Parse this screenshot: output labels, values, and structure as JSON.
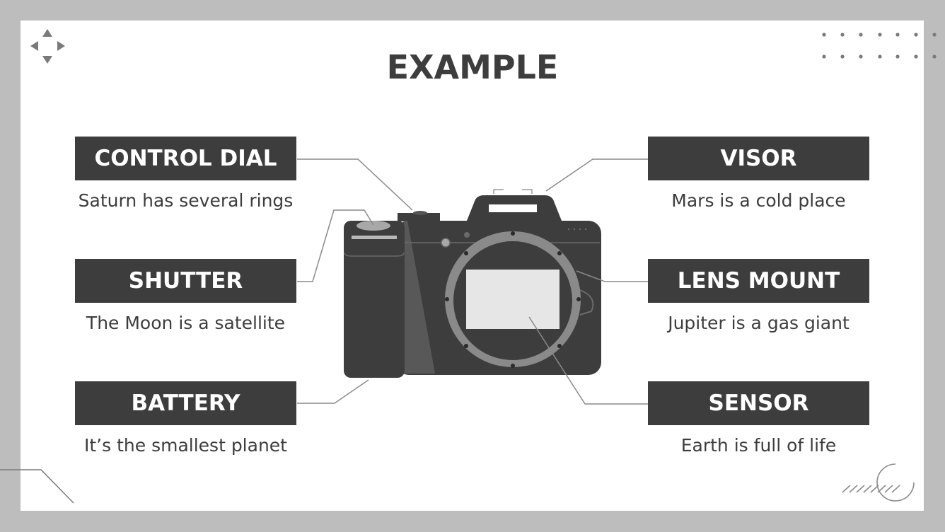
{
  "slide": {
    "title": "EXAMPLE",
    "colors": {
      "background_frame": "#bdbdbd",
      "slide": "#ffffff",
      "box": "#3d3d3d",
      "box_text": "#ffffff",
      "text": "#3d3d3d",
      "line": "#8a8a8a",
      "camera_body": "#3d3d3d",
      "camera_ring": "#8a8a8a",
      "sensor": "#e6e6e6"
    },
    "left_labels": [
      {
        "title": "CONTROL DIAL",
        "desc": "Saturn has several rings"
      },
      {
        "title": "SHUTTER",
        "desc": "The Moon is a satellite"
      },
      {
        "title": "BATTERY",
        "desc": "It’s the smallest planet"
      }
    ],
    "right_labels": [
      {
        "title": "VISOR",
        "desc": "Mars is a cold place"
      },
      {
        "title": "LENS MOUNT",
        "desc": "Jupiter is a gas giant"
      },
      {
        "title": "SENSOR",
        "desc": "Earth is full of life"
      }
    ],
    "icons": {
      "top_left": "four-arrows-icon",
      "top_right": "dot-grid-decoration",
      "bottom_right": "circle-hatch-decoration",
      "bottom_left": "corner-line-decoration",
      "center": "mirrorless-camera-illustration"
    }
  }
}
